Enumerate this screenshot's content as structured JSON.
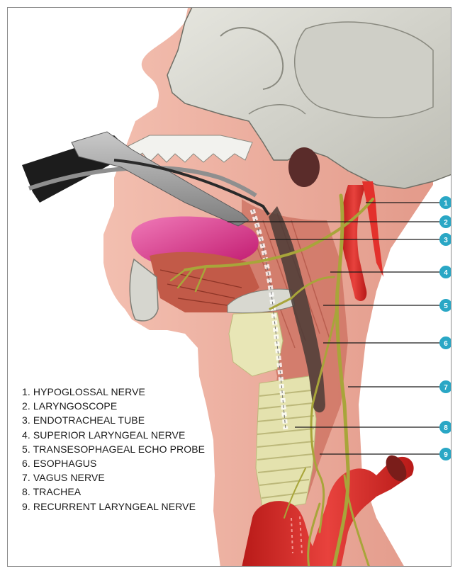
{
  "legend": {
    "items": [
      "1. HYPOGLOSSAL NERVE",
      "2. LARYNGOSCOPE",
      "3. ENDOTRACHEAL TUBE",
      "4. SUPERIOR LARYNGEAL NERVE",
      "5. TRANSESOPHAGEAL ECHO  PROBE",
      "6. ESOPHAGUS",
      "7. VAGUS NERVE",
      "8. TRACHEA",
      "9. RECURRENT LARYNGEAL NERVE"
    ]
  },
  "callouts": [
    "1",
    "2",
    "3",
    "4",
    "5",
    "6",
    "7",
    "8",
    "9"
  ],
  "colors": {
    "badge": "#2aa7c5",
    "skin": "#e9a394",
    "bone": "#d4d4cd",
    "nerve": "#a8a53a",
    "artery": "#d92b26",
    "trachea": "#e4e2ae",
    "esophagus": "#4a3b36"
  }
}
